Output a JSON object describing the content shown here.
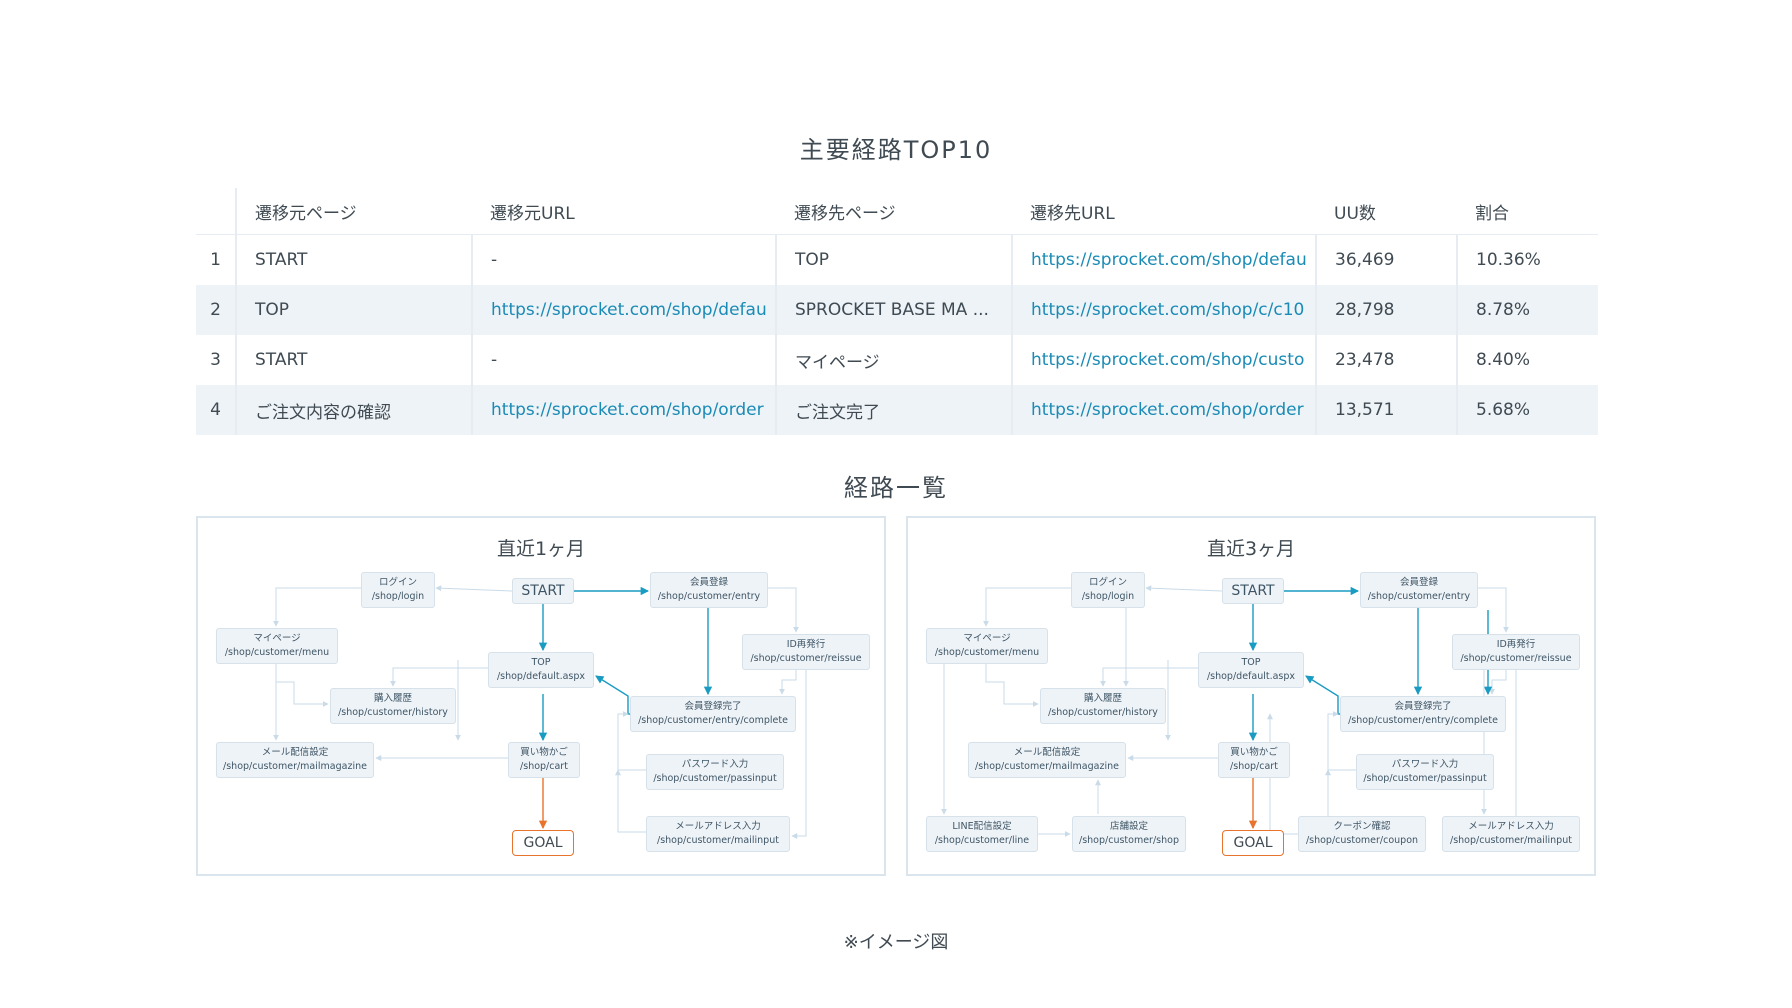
{
  "main_title": "主要経路TOP10",
  "table": {
    "headers": [
      "",
      "遷移元ページ",
      "遷移元URL",
      "遷移先ページ",
      "遷移先URL",
      "UU数",
      "割合"
    ],
    "rows": [
      {
        "no": "1",
        "from_page": "START",
        "from_url": "-",
        "to_page": "TOP",
        "to_url": "https://sprocket.com/shop/defau",
        "uu": "36,469",
        "ratio": "10.36%"
      },
      {
        "no": "2",
        "from_page": "TOP",
        "from_url": "https://sprocket.com/shop/defau",
        "to_page": "SPROCKET BASE MA ...",
        "to_url": "https://sprocket.com/shop/c/c10",
        "uu": "28,798",
        "ratio": "8.78%"
      },
      {
        "no": "3",
        "from_page": "START",
        "from_url": "-",
        "to_page": "マイページ",
        "to_url": "https://sprocket.com/shop/custo",
        "uu": "23,478",
        "ratio": "8.40%"
      },
      {
        "no": "4",
        "from_page": "ご注文内容の確認",
        "from_url": "https://sprocket.com/shop/order",
        "to_page": "ご注文完了",
        "to_url": "https://sprocket.com/shop/order",
        "uu": "13,571",
        "ratio": "5.68%"
      }
    ]
  },
  "section_title": "経路一覧",
  "panels": [
    {
      "title": "直近1ヶ月",
      "nodes": {
        "login": [
          "ログイン",
          "/shop/login"
        ],
        "start": [
          "START"
        ],
        "entry": [
          "会員登録",
          "/shop/customer/entry"
        ],
        "mypage": [
          "マイページ",
          "/shop/customer/menu"
        ],
        "top": [
          "TOP",
          "/shop/default.aspx"
        ],
        "reissue": [
          "ID再発行",
          "/shop/customer/reissue"
        ],
        "history": [
          "購入履歴",
          "/shop/customer/history"
        ],
        "complete": [
          "会員登録完了",
          "/shop/customer/entry/complete"
        ],
        "mail": [
          "メール配信設定",
          "/shop/customer/mailmagazine"
        ],
        "cart": [
          "買い物かご",
          "/shop/cart"
        ],
        "passinput": [
          "パスワード入力",
          "/shop/customer/passinput"
        ],
        "goal": [
          "GOAL"
        ],
        "mailinput": [
          "メールアドレス入力",
          "/shop/customer/mailinput"
        ]
      }
    },
    {
      "title": "直近3ヶ月",
      "nodes": {
        "login": [
          "ログイン",
          "/shop/login"
        ],
        "start": [
          "START"
        ],
        "entry": [
          "会員登録",
          "/shop/customer/entry"
        ],
        "mypage": [
          "マイページ",
          "/shop/customer/menu"
        ],
        "top": [
          "TOP",
          "/shop/default.aspx"
        ],
        "reissue": [
          "ID再発行",
          "/shop/customer/reissue"
        ],
        "history": [
          "購入履歴",
          "/shop/customer/history"
        ],
        "complete": [
          "会員登録完了",
          "/shop/customer/entry/complete"
        ],
        "mail": [
          "メール配信設定",
          "/shop/customer/mailmagazine"
        ],
        "cart": [
          "買い物かご",
          "/shop/cart"
        ],
        "passinput": [
          "パスワード入力",
          "/shop/customer/passinput"
        ],
        "goal": [
          "GOAL"
        ],
        "line": [
          "LINE配信設定",
          "/shop/customer/line"
        ],
        "shop": [
          "店舗設定",
          "/shop/customer/shop"
        ],
        "coupon": [
          "クーポン確認",
          "/shop/customer/coupon"
        ],
        "mailinput": [
          "メールアドレス入力",
          "/shop/customer/mailinput"
        ]
      }
    }
  ],
  "colors": {
    "accent_blue": "#1a9bc2",
    "goal_orange": "#e8732c",
    "light_line": "#c9dbe8"
  },
  "caption": "※イメージ図"
}
